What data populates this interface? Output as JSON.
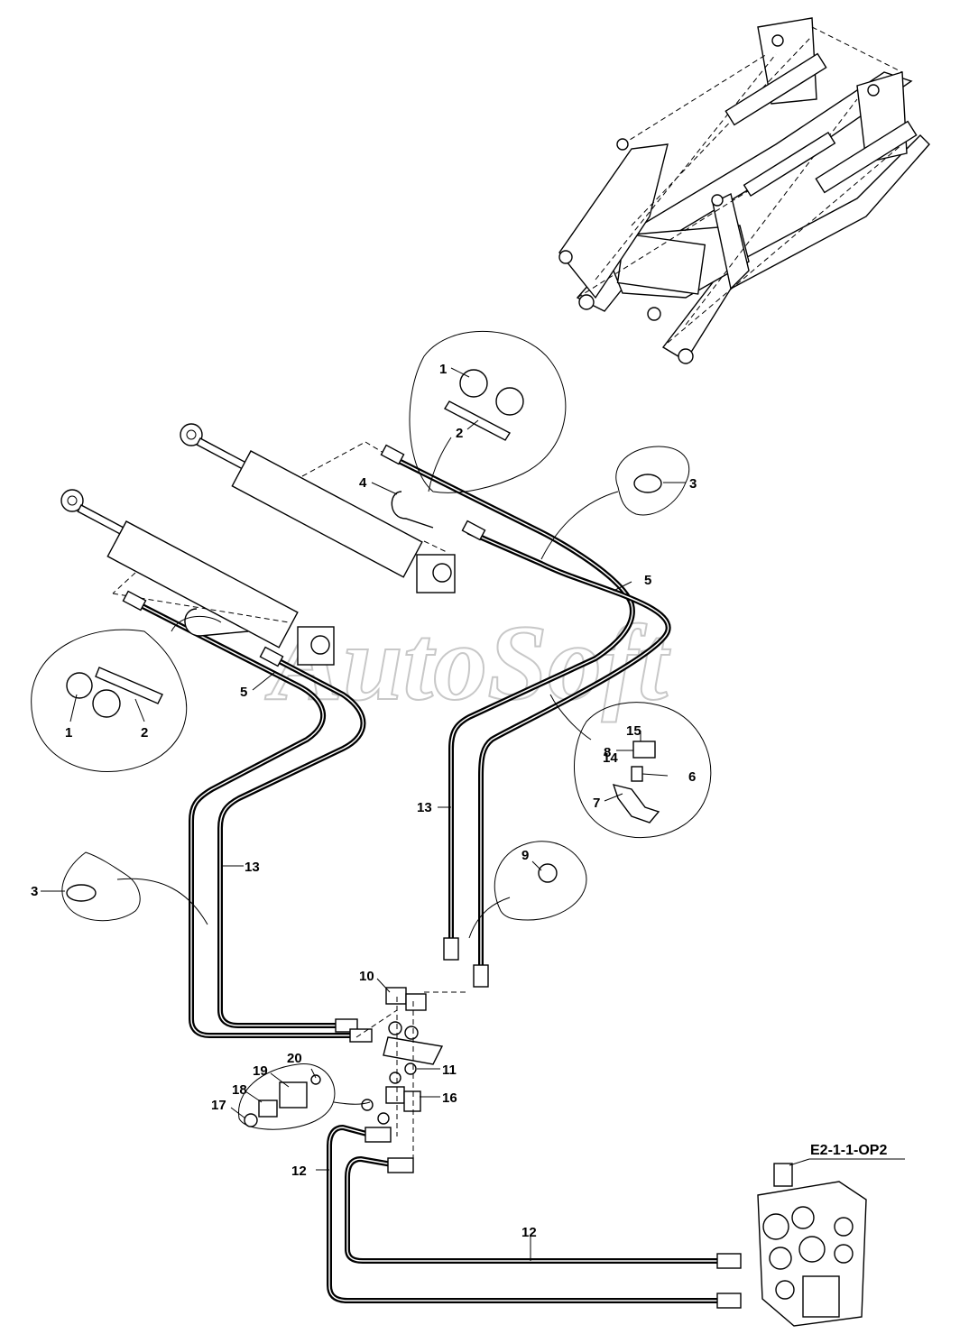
{
  "reference_code": "E2-1-1-OP2",
  "watermark": "AutoSoft",
  "callouts": {
    "top_detail_1": "1",
    "top_detail_2": "2",
    "clamp_3_top": "3",
    "tube_4": "4",
    "hose_5_right": "5",
    "hose_5_left": "5",
    "left_detail_1": "1",
    "left_detail_2": "2",
    "bracket_14": "14",
    "bracket_15": "15",
    "bracket_8": "8",
    "bolt_6": "6",
    "bracket_7": "7",
    "hose_13_right": "13",
    "hose_13_left": "13",
    "clamp_3_left": "3",
    "clip_9": "9",
    "fitting_10": "10",
    "washer_11": "11",
    "tee_16": "16",
    "ring_20": "20",
    "nut_19": "19",
    "plug_18": "18",
    "seal_17": "17",
    "hose_12_left": "12",
    "hose_12_bottom": "12"
  }
}
